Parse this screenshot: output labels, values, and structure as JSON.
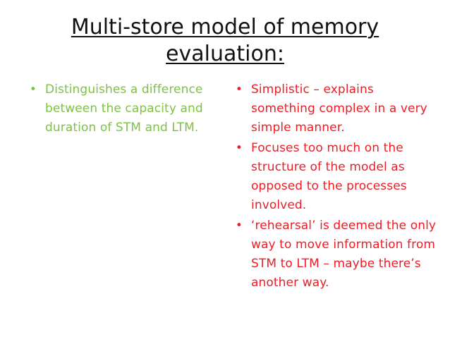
{
  "slide": {
    "title": "Multi-store model of memory evaluation:",
    "left_points": [
      "Distinguishes a difference between the capacity and duration of STM and LTM."
    ],
    "right_points": [
      "Simplistic – explains something complex in a very simple manner.",
      "Focuses too much on the structure of the model as opposed to the processes involved.",
      "‘rehearsal’ is deemed the only way to move information from STM to LTM – maybe there’s another way."
    ],
    "bullet_glyph": "•"
  },
  "colors": {
    "title": "#111111",
    "left_text": "#7dc242",
    "right_text": "#ee1c25",
    "background": "#ffffff"
  }
}
